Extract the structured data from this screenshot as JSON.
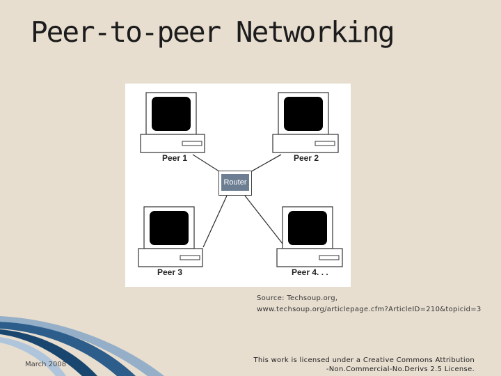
{
  "slide": {
    "title": "Peer-to-peer Networking",
    "source_line1": "Source: Techsoup.org,",
    "source_line2": "www.techsoup.org/articlepage.cfm?ArticleID=210&topicid=3",
    "footer_date": "March 2008",
    "license_line1": "This work is licensed under a Creative Commons Attribution",
    "license_line2": "-Non.Commercial-No.Derivs 2.5 License."
  },
  "diagram": {
    "peers": [
      {
        "label": "Peer 1"
      },
      {
        "label": "Peer 2"
      },
      {
        "label": "Peer 3"
      },
      {
        "label": "Peer 4. . ."
      }
    ],
    "router_label": "Router"
  },
  "colors": {
    "background": "#e7ded0",
    "router_fill": "#6d7e93",
    "swoosh": "#2d5d8a"
  }
}
